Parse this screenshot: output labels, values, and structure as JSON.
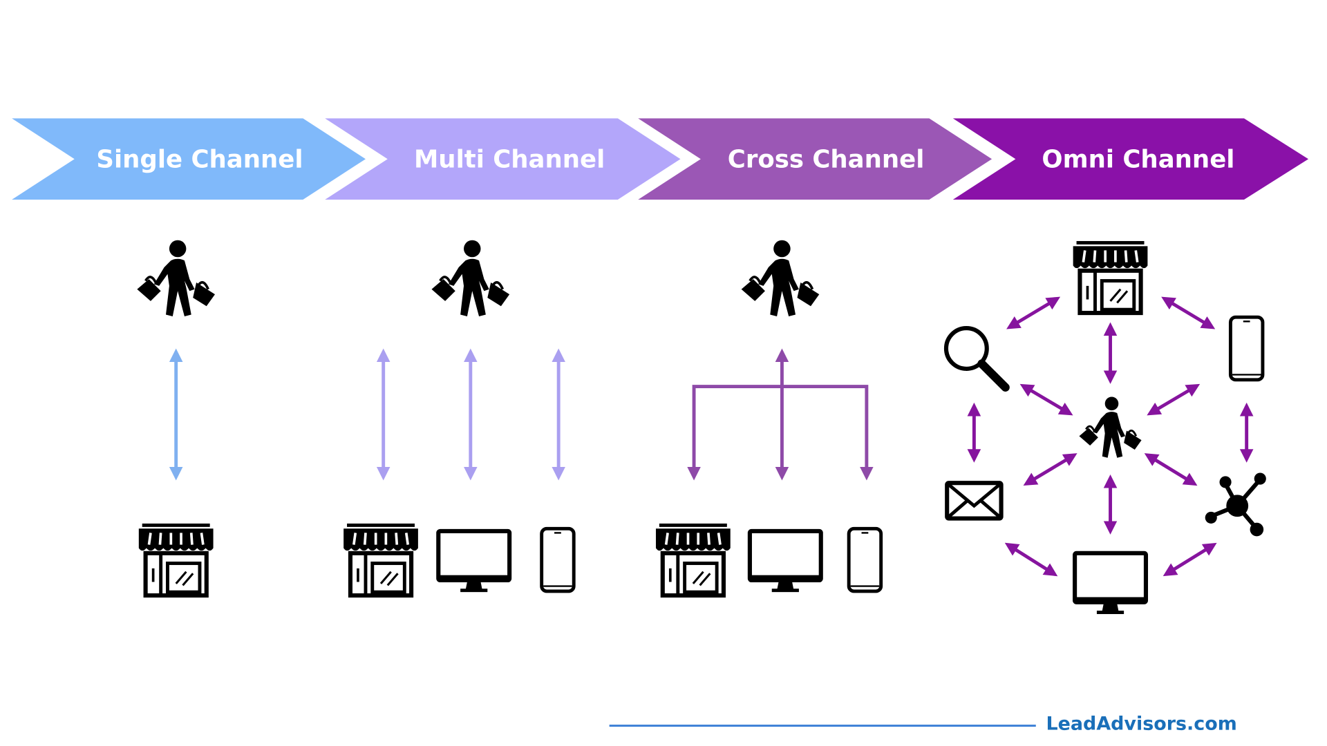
{
  "stages": [
    {
      "label": "Single Channel",
      "color": "#80b9fa",
      "arrow_color": "#7fb0f0"
    },
    {
      "label": "Multi Channel",
      "color": "#b3a6fa",
      "arrow_color": "#aa9ff0"
    },
    {
      "label": "Cross Channel",
      "color": "#9b57b5",
      "arrow_color": "#8e4aa8"
    },
    {
      "label": "Omni Channel",
      "color": "#8a11a8",
      "arrow_color": "#86149e"
    }
  ],
  "footer": {
    "brand": "LeadAdvisors.com",
    "brand_color": "#1a6fb9",
    "line_color": "#3b7fd6"
  }
}
